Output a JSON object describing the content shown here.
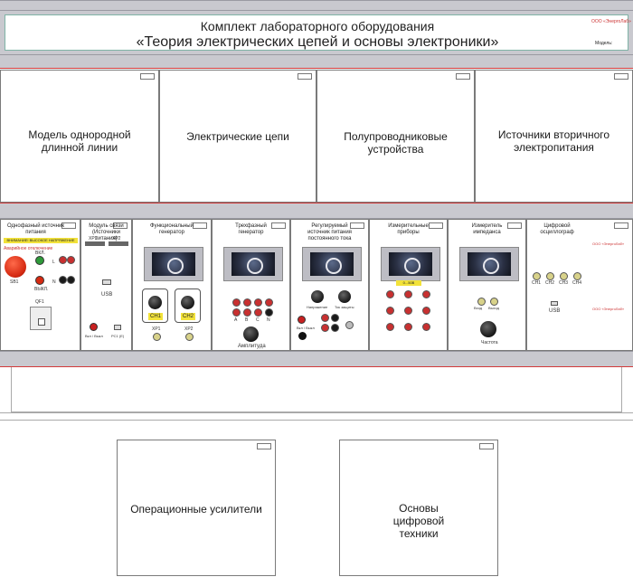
{
  "header": {
    "line1": "Комплект лабораторного оборудования",
    "line2": "«Теория электрических цепей и основы электроники»",
    "logo_text": "ООО «ЭнергоЛаб»",
    "model_label": "Модель:"
  },
  "top_modules": [
    {
      "title": "Модель однородной длинной линии"
    },
    {
      "title": "Электрические цепи"
    },
    {
      "title": "Полупроводниковые устройства"
    },
    {
      "title": "Источники вторичного электропитания"
    }
  ],
  "power_module": {
    "name": "Однофазный источник питания",
    "warning": "ВНИМАНИЕ! ВЫСОКОЕ НАПРЯЖЕНИЕ",
    "emergency_label": "Аварийное отключение",
    "sb_label": "SB1",
    "on_label": "ВКЛ.",
    "off_label": "ВЫКЛ.",
    "qf_label": "QF1",
    "l_label": "L",
    "n_label": "N"
  },
  "comm_module": {
    "name": "Модуль связи (Источники питания)",
    "usb_label": "USB",
    "xp_labels": [
      "XP1",
      "XP2"
    ],
    "btn_label": "Вкл / Выкл",
    "port_label": "PC1 (E)"
  },
  "mid_modules": [
    {
      "name": "Функциональный генератор",
      "ch_labels": [
        "CH1",
        "CH2"
      ],
      "xp_labels": [
        "XP1",
        "XP2"
      ]
    },
    {
      "name": "Трехфазный генератор",
      "label": "Амплитуда",
      "phase_labels": [
        "A",
        "B",
        "C",
        "N"
      ]
    },
    {
      "name": "Регулируемый источник питания постоянного тока",
      "left_label": "Напряжение",
      "right_label": "Ток защиты",
      "sa_labels": [
        "Вкл / Выкл"
      ]
    },
    {
      "name": "Измерительные приборы",
      "display_text": "0...50В"
    },
    {
      "name": "Измеритель импеданса",
      "labels": [
        "Вход",
        "Выход"
      ],
      "knob_label": "Частота"
    },
    {
      "name": "Цифровой осциллограф",
      "ch_labels": [
        "CH1",
        "CH2",
        "CH3",
        "CH4"
      ],
      "usb_label": "USB"
    }
  ],
  "bottom_modules": [
    {
      "title": "Операционные усилители"
    },
    {
      "title": "Основы цифровой техники"
    }
  ]
}
